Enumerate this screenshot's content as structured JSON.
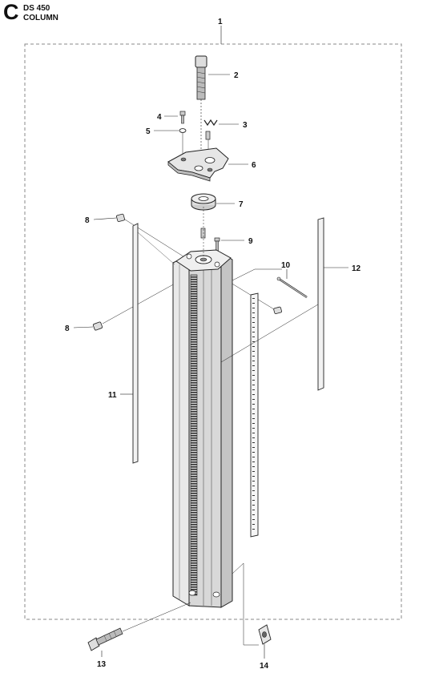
{
  "header": {
    "section_letter": "C",
    "model": "DS 450",
    "title": "COLUMN"
  },
  "callouts": {
    "c1": "1",
    "c2": "2",
    "c3": "3",
    "c4": "4",
    "c5": "5",
    "c6": "6",
    "c7": "7",
    "c8a": "8",
    "c8b": "8",
    "c9": "9",
    "c10": "10",
    "c11": "11",
    "c12": "12",
    "c13": "13",
    "c14": "14"
  }
}
